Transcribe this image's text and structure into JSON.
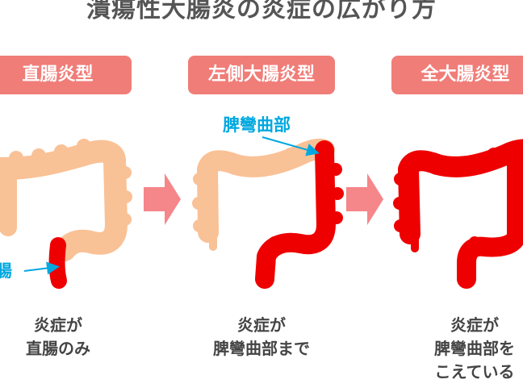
{
  "title": "潰瘍性大腸炎の炎症の広がり方",
  "colors": {
    "header_pill": "#f07d78",
    "healthy_colon": "#f9c196",
    "inflamed": "#ee0000",
    "arrow": "#f5868a",
    "callout": "#00a8e0",
    "text": "#444444"
  },
  "panels": [
    {
      "type_label": "直腸炎型",
      "callout": "腸",
      "caption": [
        "炎症が",
        "直腸のみ"
      ]
    },
    {
      "type_label": "左側大腸炎型",
      "callout": "脾彎曲部",
      "caption": [
        "炎症が",
        "脾彎曲部まで"
      ]
    },
    {
      "type_label": "全大腸炎型",
      "caption": [
        "炎症が",
        "脾彎曲部を",
        "こえている"
      ]
    }
  ],
  "arrows": [
    "arrow-right-icon",
    "arrow-right-icon"
  ]
}
